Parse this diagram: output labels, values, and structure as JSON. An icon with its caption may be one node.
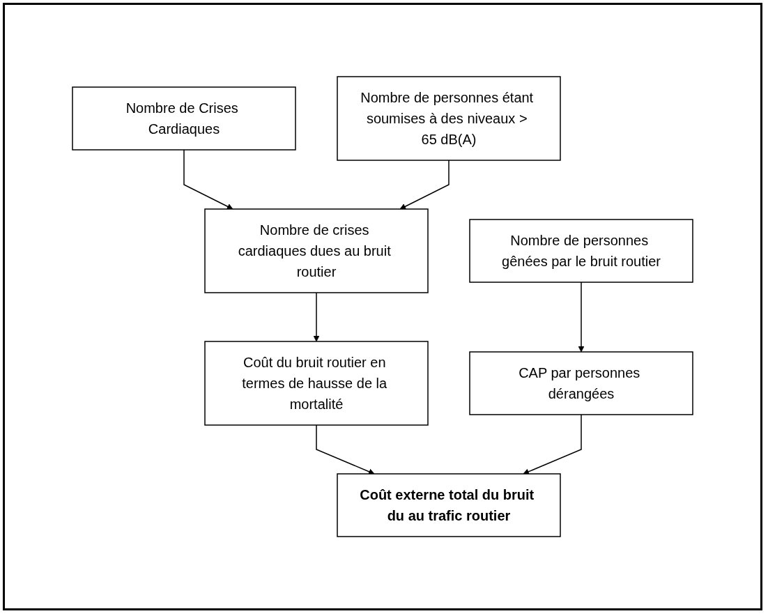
{
  "diagram": {
    "nodes": [
      {
        "text": [
          "Nombre de Crises Cardiaques"
        ]
      },
      {
        "text": [
          "Nombre de personnes étant soumises à des niveaux > 65 dB(A)"
        ]
      },
      {
        "text": [
          "Nombre de personnes gênées par le bruit routier"
        ]
      },
      {
        "text": [
          "Nombre de crises cardiaques dues au bruit routier"
        ]
      },
      {
        "text": [
          "CAP par personnes dérangées"
        ]
      },
      {
        "text": [
          "Coût du bruit routier en termes de hausse de la mortalité"
        ]
      },
      {
        "text": [
          "Coût externe total du bruit du au trafic routier"
        ]
      }
    ],
    "edges": [
      {
        "from": 0,
        "to": 3,
        "arrow": "to"
      },
      {
        "from": 1,
        "to": 3,
        "arrow": "to"
      },
      {
        "from": 2,
        "to": 4,
        "arrow": "to"
      },
      {
        "from": 3,
        "to": 5,
        "arrow": "to"
      },
      {
        "from": 5,
        "to": 6,
        "arrow": "to"
      },
      {
        "from": 4,
        "to": 6,
        "arrow": "to"
      }
    ]
  }
}
